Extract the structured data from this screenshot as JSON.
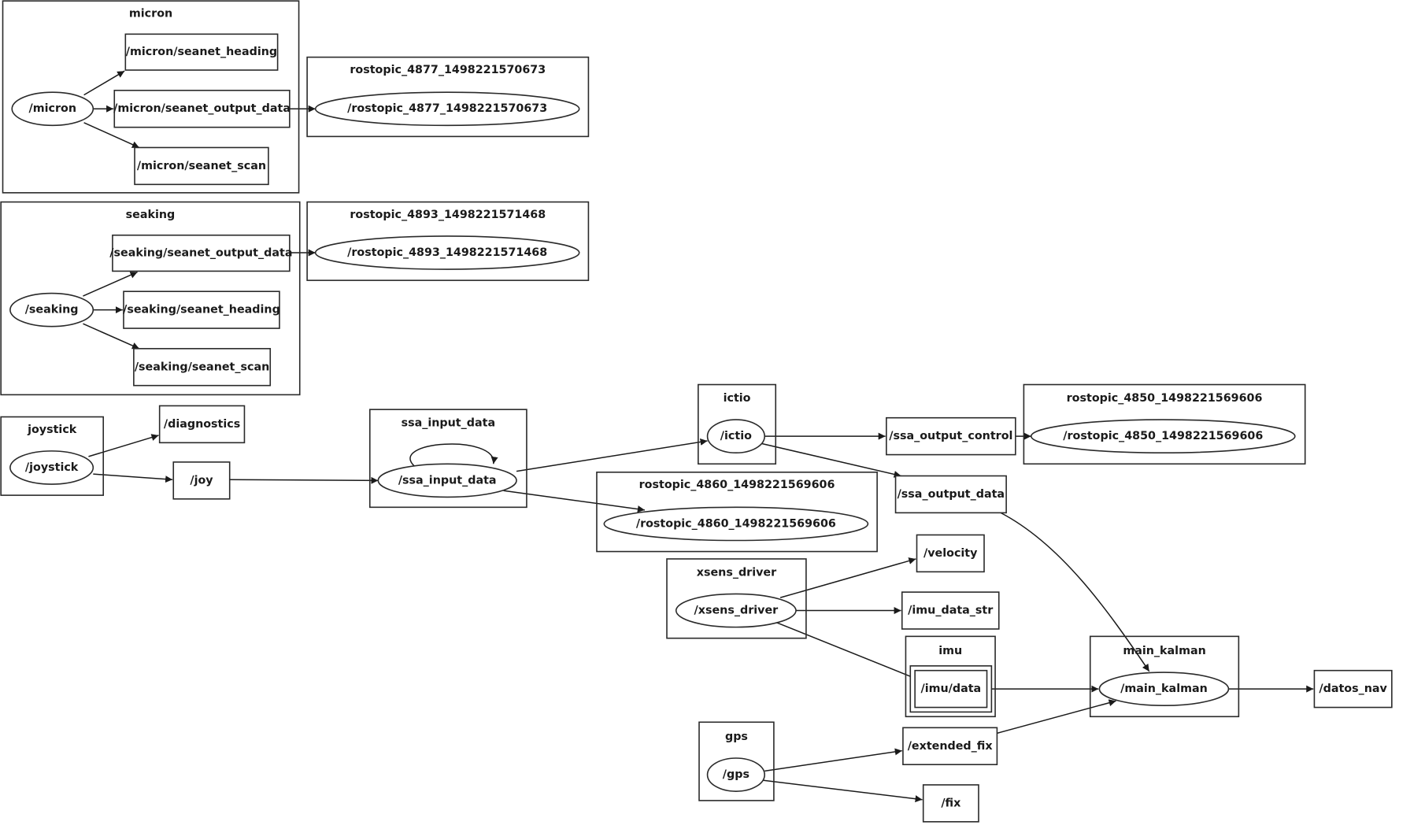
{
  "graph": {
    "clusters": [
      {
        "id": "c_micron",
        "label": "micron"
      },
      {
        "id": "c_rt4877",
        "label": "rostopic_4877_1498221570673"
      },
      {
        "id": "c_seaking",
        "label": "seaking"
      },
      {
        "id": "c_rt4893",
        "label": "rostopic_4893_1498221571468"
      },
      {
        "id": "c_joystick",
        "label": "joystick"
      },
      {
        "id": "c_ssa_input",
        "label": "ssa_input_data"
      },
      {
        "id": "c_ictio",
        "label": "ictio"
      },
      {
        "id": "c_rt4850",
        "label": "rostopic_4850_1498221569606"
      },
      {
        "id": "c_rt4860",
        "label": "rostopic_4860_1498221569606"
      },
      {
        "id": "c_xsens",
        "label": "xsens_driver"
      },
      {
        "id": "c_imu",
        "label": "imu"
      },
      {
        "id": "c_kalman",
        "label": "main_kalman"
      },
      {
        "id": "c_gps",
        "label": "gps"
      }
    ],
    "nodes": [
      {
        "id": "n_micron",
        "label": "/micron",
        "shape": "ellipse"
      },
      {
        "id": "t_micron_heading",
        "label": "/micron/seanet_heading",
        "shape": "box"
      },
      {
        "id": "t_micron_output",
        "label": "/micron/seanet_output_data",
        "shape": "box"
      },
      {
        "id": "t_micron_scan",
        "label": "/micron/seanet_scan",
        "shape": "box"
      },
      {
        "id": "n_rt4877",
        "label": "/rostopic_4877_1498221570673",
        "shape": "ellipse"
      },
      {
        "id": "n_seaking",
        "label": "/seaking",
        "shape": "ellipse"
      },
      {
        "id": "t_seaking_output",
        "label": "/seaking/seanet_output_data",
        "shape": "box"
      },
      {
        "id": "t_seaking_heading",
        "label": "/seaking/seanet_heading",
        "shape": "box"
      },
      {
        "id": "t_seaking_scan",
        "label": "/seaking/seanet_scan",
        "shape": "box"
      },
      {
        "id": "n_rt4893",
        "label": "/rostopic_4893_1498221571468",
        "shape": "ellipse"
      },
      {
        "id": "n_joystick",
        "label": "/joystick",
        "shape": "ellipse"
      },
      {
        "id": "t_diagnostics",
        "label": "/diagnostics",
        "shape": "box"
      },
      {
        "id": "t_joy",
        "label": "/joy",
        "shape": "box"
      },
      {
        "id": "n_ssa_input",
        "label": "/ssa_input_data",
        "shape": "ellipse"
      },
      {
        "id": "n_ictio",
        "label": "/ictio",
        "shape": "ellipse"
      },
      {
        "id": "t_ssa_output_control",
        "label": "/ssa_output_control",
        "shape": "box"
      },
      {
        "id": "n_rt4850",
        "label": "/rostopic_4850_1498221569606",
        "shape": "ellipse"
      },
      {
        "id": "t_ssa_output_data",
        "label": "/ssa_output_data",
        "shape": "box"
      },
      {
        "id": "n_rt4860",
        "label": "/rostopic_4860_1498221569606",
        "shape": "ellipse"
      },
      {
        "id": "n_xsens",
        "label": "/xsens_driver",
        "shape": "ellipse"
      },
      {
        "id": "t_velocity",
        "label": "/velocity",
        "shape": "box"
      },
      {
        "id": "t_imu_data_str",
        "label": "/imu_data_str",
        "shape": "box"
      },
      {
        "id": "t_imu_data",
        "label": "/imu/data",
        "shape": "box"
      },
      {
        "id": "n_main_kalman",
        "label": "/main_kalman",
        "shape": "ellipse"
      },
      {
        "id": "t_datos_nav",
        "label": "/datos_nav",
        "shape": "box"
      },
      {
        "id": "n_gps",
        "label": "/gps",
        "shape": "ellipse"
      },
      {
        "id": "t_extended_fix",
        "label": "/extended_fix",
        "shape": "box"
      },
      {
        "id": "t_fix",
        "label": "/fix",
        "shape": "box"
      }
    ],
    "edges": [
      {
        "from": "n_micron",
        "to": "t_micron_heading"
      },
      {
        "from": "n_micron",
        "to": "t_micron_output"
      },
      {
        "from": "n_micron",
        "to": "t_micron_scan"
      },
      {
        "from": "t_micron_output",
        "to": "n_rt4877"
      },
      {
        "from": "n_seaking",
        "to": "t_seaking_output"
      },
      {
        "from": "n_seaking",
        "to": "t_seaking_heading"
      },
      {
        "from": "n_seaking",
        "to": "t_seaking_scan"
      },
      {
        "from": "t_seaking_output",
        "to": "n_rt4893"
      },
      {
        "from": "n_joystick",
        "to": "t_diagnostics"
      },
      {
        "from": "n_joystick",
        "to": "t_joy"
      },
      {
        "from": "t_joy",
        "to": "n_ssa_input"
      },
      {
        "from": "n_ssa_input",
        "to": "n_ssa_input"
      },
      {
        "from": "n_ssa_input",
        "to": "n_ictio"
      },
      {
        "from": "n_ssa_input",
        "to": "n_rt4860"
      },
      {
        "from": "n_ictio",
        "to": "t_ssa_output_control"
      },
      {
        "from": "n_ictio",
        "to": "t_ssa_output_data"
      },
      {
        "from": "t_ssa_output_control",
        "to": "n_rt4850"
      },
      {
        "from": "t_ssa_output_data",
        "to": "n_main_kalman"
      },
      {
        "from": "n_xsens",
        "to": "t_velocity"
      },
      {
        "from": "n_xsens",
        "to": "t_imu_data_str"
      },
      {
        "from": "n_xsens",
        "to": "t_imu_data"
      },
      {
        "from": "t_imu_data",
        "to": "n_main_kalman"
      },
      {
        "from": "n_main_kalman",
        "to": "t_datos_nav"
      },
      {
        "from": "n_gps",
        "to": "t_extended_fix"
      },
      {
        "from": "n_gps",
        "to": "t_fix"
      },
      {
        "from": "t_extended_fix",
        "to": "n_main_kalman"
      }
    ]
  }
}
